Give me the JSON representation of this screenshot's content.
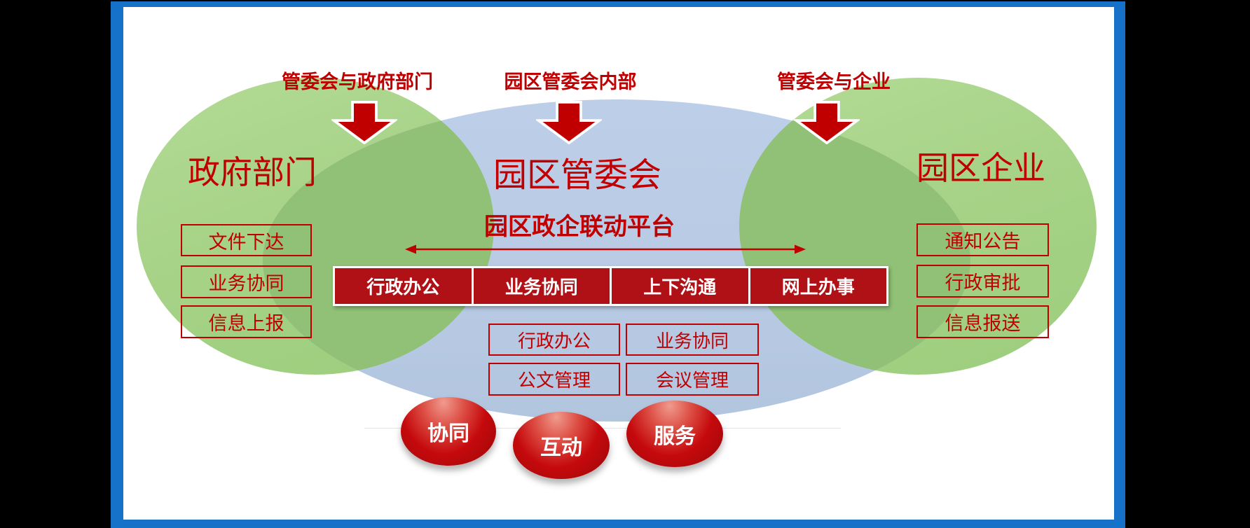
{
  "canvas": {
    "background": "#000000"
  },
  "slide": {
    "frame_color": "#1671c8",
    "background": "#ffffff"
  },
  "colors": {
    "accent_red": "#c00000",
    "banner_red": "#b01116",
    "green_light": "#a7d388",
    "green_overlap_dark": "#90c176",
    "blue_ellipse": "#b9cbe4",
    "text_white": "#ffffff"
  },
  "flows": [
    {
      "label": "管委会与政府部门",
      "icon": "down-arrow"
    },
    {
      "label": "园区管委会内部",
      "icon": "down-arrow"
    },
    {
      "label": "管委会与企业",
      "icon": "down-arrow"
    }
  ],
  "government": {
    "title": "政府部门",
    "items": [
      "文件下达",
      "业务协同",
      "信息上报"
    ]
  },
  "committee": {
    "title": "园区管委会",
    "platform_title": "园区政企联动平台",
    "banner": [
      "行政办公",
      "业务协同",
      "上下沟通",
      "网上办事"
    ],
    "modules": [
      "行政办公",
      "业务协同",
      "公文管理",
      "会议管理"
    ]
  },
  "enterprise": {
    "title": "园区企业",
    "items": [
      "通知公告",
      "行政审批",
      "信息报送"
    ]
  },
  "badges": [
    "协同",
    "互动",
    "服务"
  ]
}
